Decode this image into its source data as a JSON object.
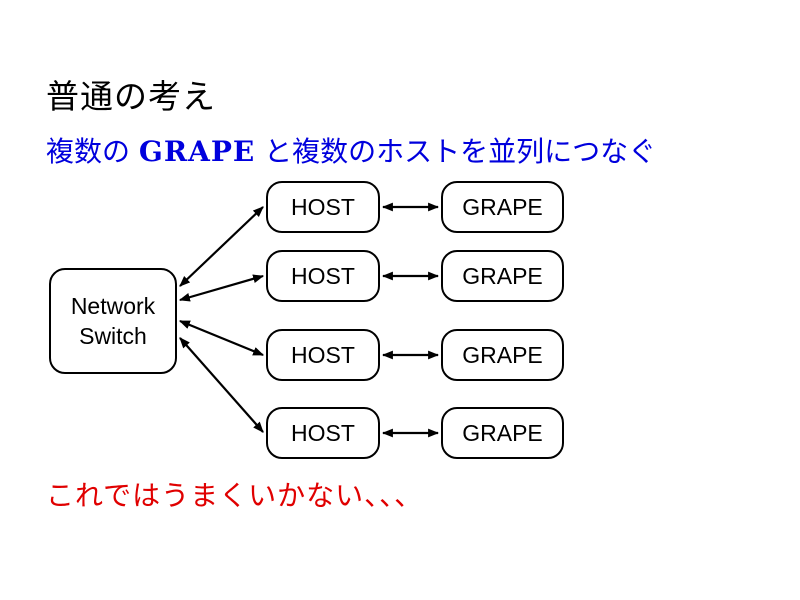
{
  "slide": {
    "title": "普通の考え",
    "subtitle": {
      "prefix": "複数の",
      "latin": "GRAPE",
      "suffix": "と複数のホストを並列につなぐ"
    },
    "conclusion": "これではうまくいかない、、、",
    "colors": {
      "title": "#000000",
      "subtitle": "#0000dd",
      "conclusion": "#e00000"
    }
  },
  "diagram": {
    "switch": {
      "line1": "Network",
      "line2": "Switch"
    },
    "rows": [
      {
        "host": "HOST",
        "grape": "GRAPE"
      },
      {
        "host": "HOST",
        "grape": "GRAPE"
      },
      {
        "host": "HOST",
        "grape": "GRAPE"
      },
      {
        "host": "HOST",
        "grape": "GRAPE"
      }
    ],
    "connections": [
      {
        "from": "Network Switch",
        "to": "HOST 1",
        "direction": "bidirectional"
      },
      {
        "from": "Network Switch",
        "to": "HOST 2",
        "direction": "bidirectional"
      },
      {
        "from": "Network Switch",
        "to": "HOST 3",
        "direction": "bidirectional"
      },
      {
        "from": "Network Switch",
        "to": "HOST 4",
        "direction": "bidirectional"
      },
      {
        "from": "HOST 1",
        "to": "GRAPE 1",
        "direction": "bidirectional"
      },
      {
        "from": "HOST 2",
        "to": "GRAPE 2",
        "direction": "bidirectional"
      },
      {
        "from": "HOST 3",
        "to": "GRAPE 3",
        "direction": "bidirectional"
      },
      {
        "from": "HOST 4",
        "to": "GRAPE 4",
        "direction": "bidirectional"
      }
    ]
  }
}
